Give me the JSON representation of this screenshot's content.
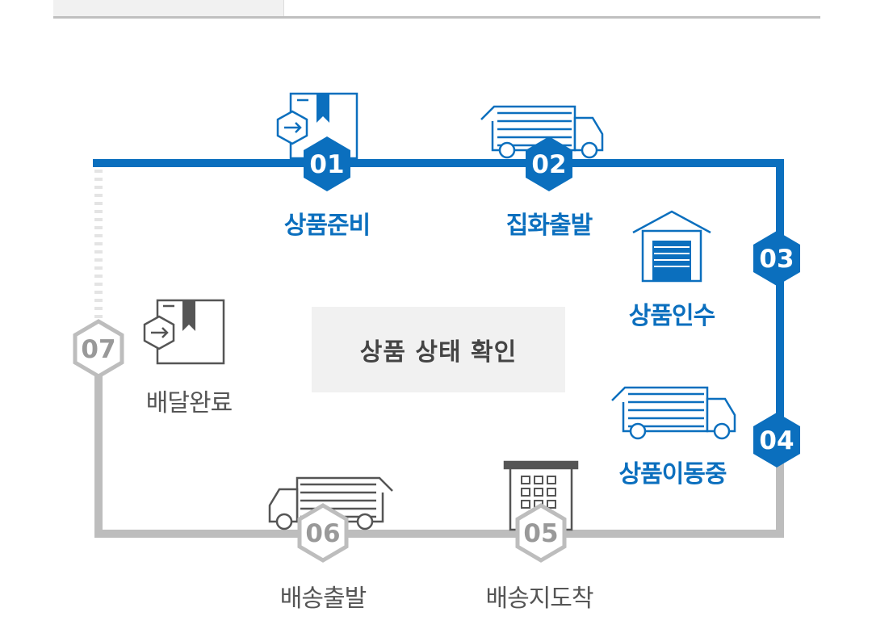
{
  "colors": {
    "active": "#0b6fbe",
    "inactive": "#bdbdbd",
    "inactive_text": "#999999"
  },
  "title": "상품 상태 확인",
  "steps": [
    {
      "num": "01",
      "label": "상품준비",
      "state": "active",
      "icon": "box-icon"
    },
    {
      "num": "02",
      "label": "집화출발",
      "state": "active",
      "icon": "truck-icon"
    },
    {
      "num": "03",
      "label": "상품인수",
      "state": "active",
      "icon": "warehouse-icon"
    },
    {
      "num": "04",
      "label": "상품이동중",
      "state": "active",
      "icon": "truck-icon"
    },
    {
      "num": "05",
      "label": "배송지도착",
      "state": "inactive",
      "icon": "building-icon"
    },
    {
      "num": "06",
      "label": "배송출발",
      "state": "inactive",
      "icon": "truck-icon"
    },
    {
      "num": "07",
      "label": "배달완료",
      "state": "inactive",
      "icon": "box-icon"
    }
  ]
}
